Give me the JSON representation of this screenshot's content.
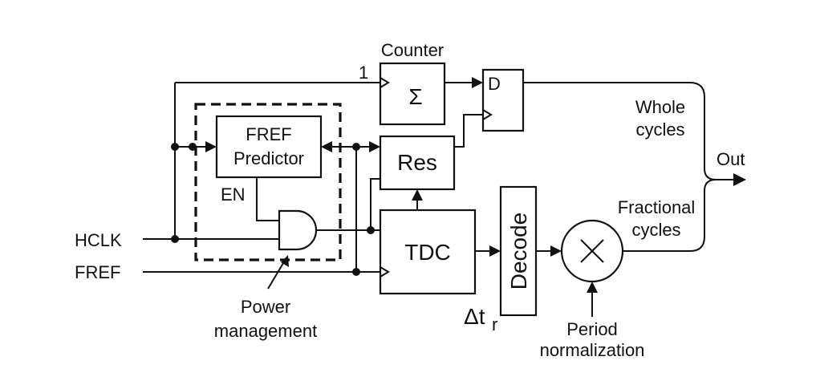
{
  "diagram": {
    "inputs": {
      "hclk": "HCLK",
      "fref": "FREF"
    },
    "counter": {
      "title": "Counter",
      "symbol": "Σ",
      "input_label": "1"
    },
    "dff": {
      "label": "D"
    },
    "predictor": {
      "line1": "FREF",
      "line2": "Predictor"
    },
    "en_label": "EN",
    "res": {
      "label": "Res"
    },
    "tdc": {
      "label": "TDC"
    },
    "decode": {
      "label": "Decode"
    },
    "multiplier": {
      "symbol": "×"
    },
    "delta": {
      "main": "Δt",
      "sub": "r"
    },
    "whole_cycles": {
      "line1": "Whole",
      "line2": "cycles"
    },
    "fractional_cycles": {
      "line1": "Fractional",
      "line2": "cycles"
    },
    "output": {
      "label": "Out"
    },
    "power_management": {
      "line1": "Power",
      "line2": "management"
    },
    "period_normalization": {
      "line1": "Period",
      "line2": "normalization"
    }
  }
}
